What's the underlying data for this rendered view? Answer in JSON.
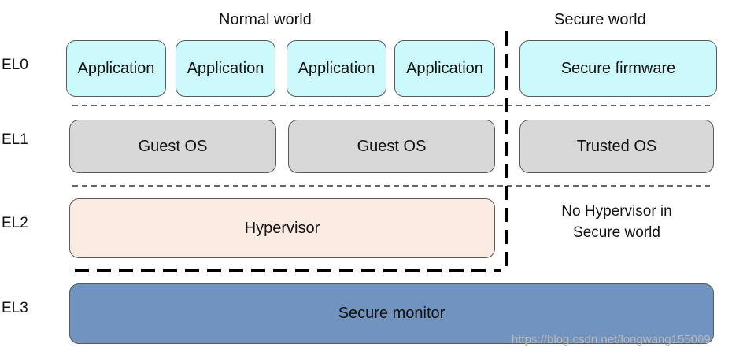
{
  "worlds": {
    "normal": "Normal world",
    "secure": "Secure world"
  },
  "levels": {
    "el0": "EL0",
    "el1": "EL1",
    "el2": "EL2",
    "el3": "EL3"
  },
  "el0": {
    "apps": [
      "Application",
      "Application",
      "Application",
      "Application"
    ],
    "secure_firmware": "Secure firmware"
  },
  "el1": {
    "guest_os": [
      "Guest OS",
      "Guest OS"
    ],
    "trusted_os": "Trusted OS"
  },
  "el2": {
    "hypervisor": "Hypervisor",
    "secure_note_line1": "No Hypervisor in",
    "secure_note_line2": "Secure world"
  },
  "el3": {
    "secure_monitor": "Secure monitor"
  },
  "watermark": "https://blog.csdn.net/longwang155069",
  "colors": {
    "application": "#ccfafc",
    "os": "#d8d8d8",
    "hypervisor": "#fcebe2",
    "secure_monitor": "#7193bf"
  }
}
